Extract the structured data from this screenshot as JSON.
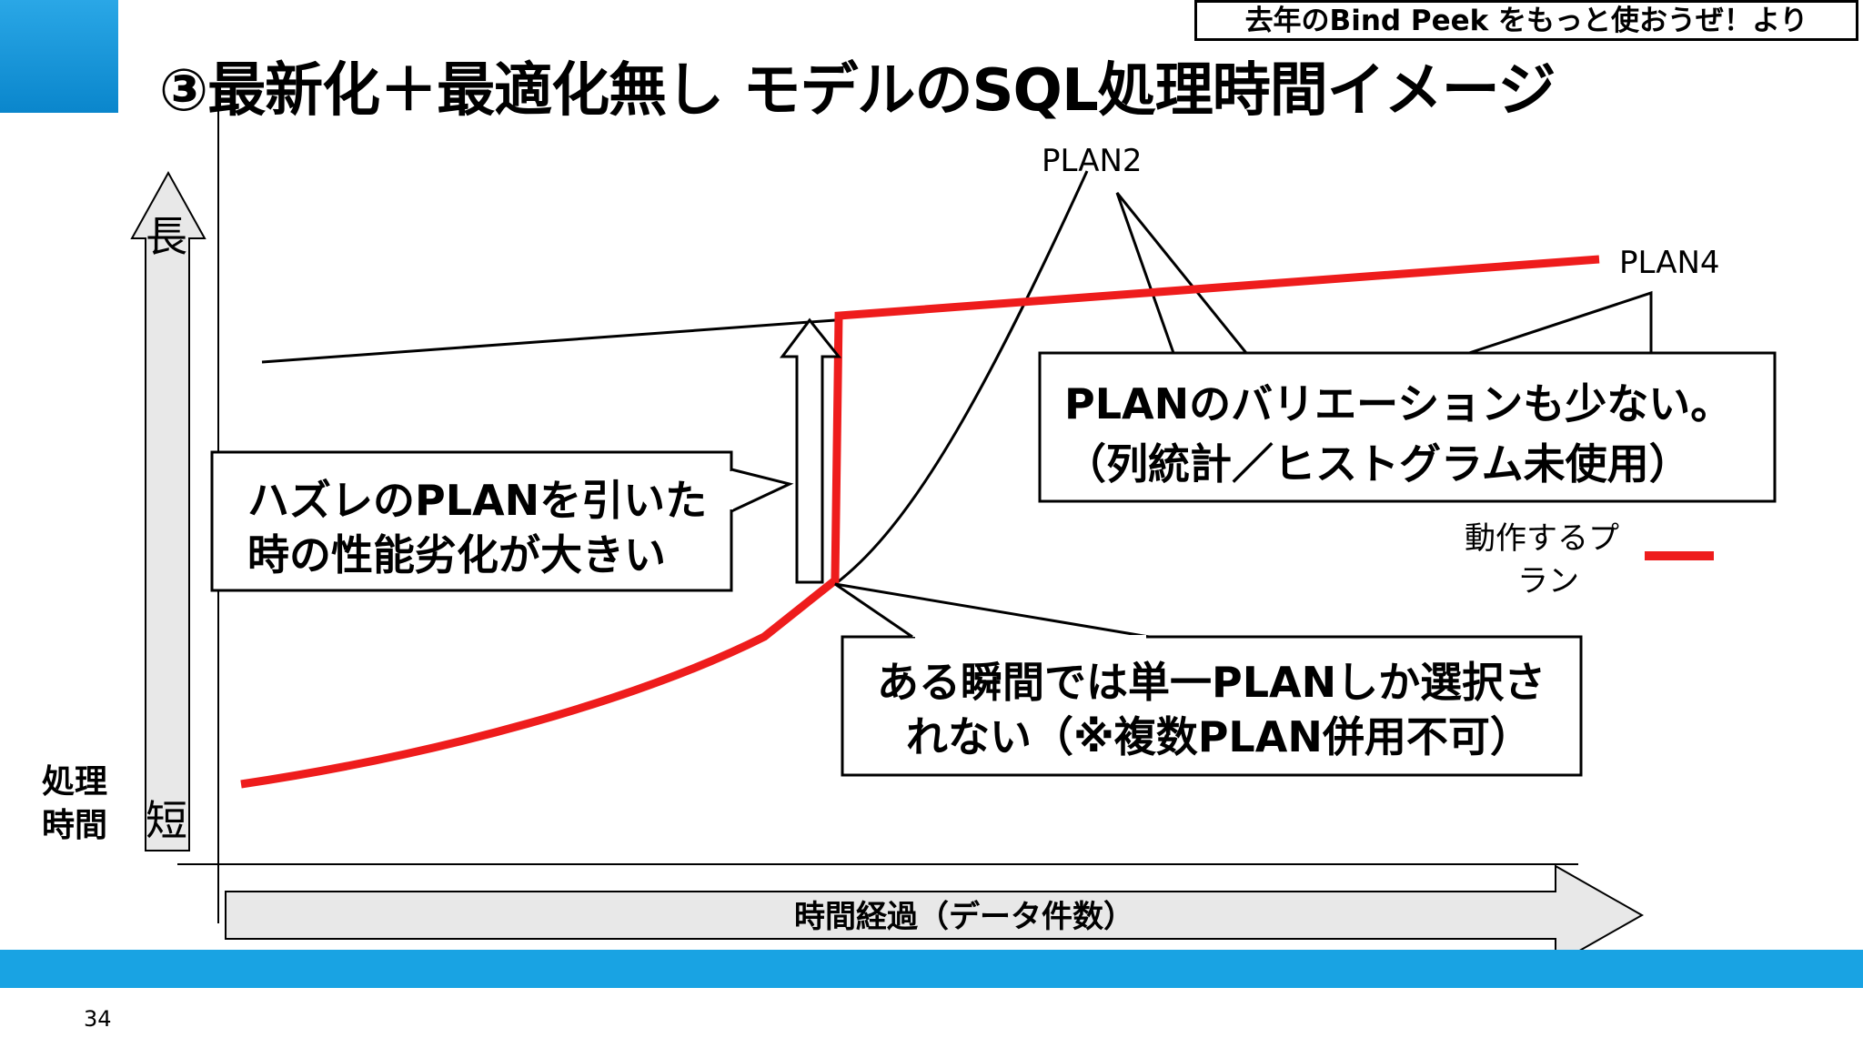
{
  "slide": {
    "source_note": "去年のBind Peek をもっと使おうぜ！より",
    "title": "③最新化＋最適化無し モデルのSQL処理時間イメージ",
    "page_number": "34"
  },
  "colors": {
    "brand_blue": "#19a3e3",
    "active_plan_red": "#ee1c1c",
    "arrow_fill": "#e8e8e8"
  },
  "diagram": {
    "y_axis": {
      "title_line1": "処理",
      "title_line2": "時間",
      "long_label": "長",
      "short_label": "短"
    },
    "x_axis": {
      "label": "時間経過（データ件数）"
    },
    "plan_labels": {
      "plan2": "PLAN2",
      "plan4": "PLAN4"
    },
    "callouts": {
      "variation": {
        "line1": "PLANのバリエーションも少ない。",
        "line2": "（列統計／ヒストグラム未使用）"
      },
      "bad_plan": {
        "line1": "ハズレのPLANを引いた",
        "line2": "時の性能劣化が大きい"
      },
      "single_plan": {
        "line1": "ある瞬間では単一PLANしか選択さ",
        "line2": "れない（※複数PLAN併用不可）"
      }
    },
    "legend": {
      "line1": "動作するプ",
      "line2": "ラン"
    }
  }
}
